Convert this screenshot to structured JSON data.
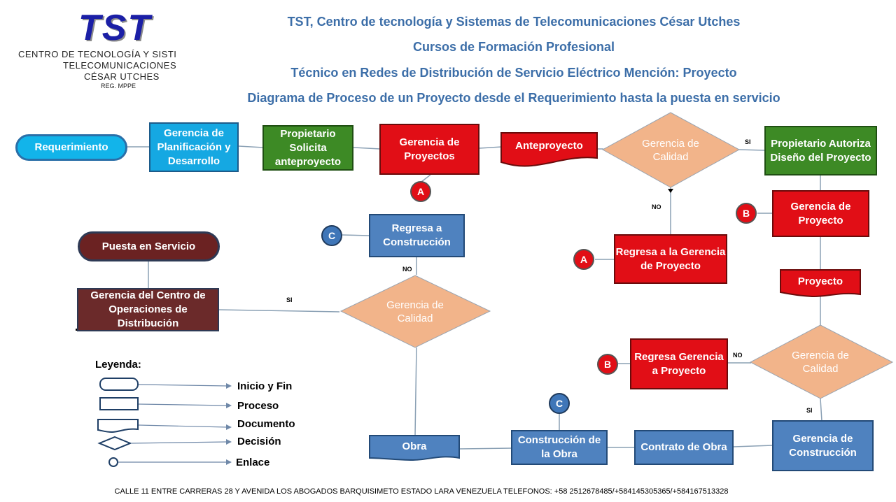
{
  "logo": {
    "brand": "TST",
    "line1": "CENTRO DE TECNOLOGÍA Y SISTI",
    "line2": "TELECOMUNICACIONES",
    "line3": "CÉSAR UTCHES",
    "line4": "REG. MPPE"
  },
  "header": {
    "title1": "TST, Centro de tecnología y Sistemas de Telecomunicaciones César Utches",
    "title2": "Cursos de Formación Profesional",
    "title3": "Técnico en Redes de Distribución de Servicio Eléctrico Mención: Proyecto",
    "title4": "Diagrama de Proceso de un Proyecto desde el Requerimiento hasta la puesta en servicio"
  },
  "nodes": {
    "requerimiento": "Requerimiento",
    "planificacion": "Gerencia de Planificación y Desarrollo",
    "propietario_solicita": "Propietario Solicita anteproyecto",
    "gerencia_proyectos": "Gerencia de Proyectos",
    "anteproyecto": "Anteproyecto",
    "calidad_1": "Gerencia de Calidad",
    "propietario_autoriza": "Propietario Autoriza Diseño del Proyecto",
    "gerencia_proyecto_b": "Gerencia de Proyecto",
    "regresa_gerencia": "Regresa a la Gerencia de Proyecto",
    "proyecto": "Proyecto",
    "calidad_3": "Gerencia de Calidad",
    "regresa_b": "Regresa Gerencia a Proyecto",
    "gerencia_construccion": "Gerencia de Construcción",
    "contrato_obra": "Contrato de Obra",
    "construccion_obra": "Construcción de la Obra",
    "obra": "Obra",
    "calidad_2": "Gerencia de Calidad",
    "regresa_construccion": "Regresa a Construcción",
    "centro_operaciones": "Gerencia del Centro de Operaciones de Distribución",
    "puesta_servicio": "Puesta en Servicio"
  },
  "connectors": {
    "a_top": "A",
    "a_mid": "A",
    "b_right": "B",
    "b_lower": "B",
    "c_left": "C",
    "c_bottom": "C"
  },
  "edge_labels": {
    "si_1": "SI",
    "no_1": "NO",
    "no_2": "NO",
    "si_2": "SI",
    "no_3": "NO",
    "si_3": "SI"
  },
  "legend": {
    "title": "Leyenda:",
    "items": [
      "Inicio y Fin",
      "Proceso",
      "Documento",
      "Decisión",
      "Enlace"
    ]
  },
  "footer": "CALLE 11 ENTRE CARRERAS 28 Y AVENIDA LOS ABOGADOS BARQUISIMETO ESTADO LARA VENEZUELA TELEFONOS: +58 2512678485/+584145305365/+584167513328",
  "colors": {
    "header_blue": "#3c6ea8",
    "requerimiento": "#12b4ea",
    "planificacion": "#15a8e2",
    "propietario": "#3d8a25",
    "gerencia_red": "#e10e16",
    "decision": "#f2b48a",
    "construction_blue": "#4f82bf",
    "maroon": "#6b2a2a"
  }
}
